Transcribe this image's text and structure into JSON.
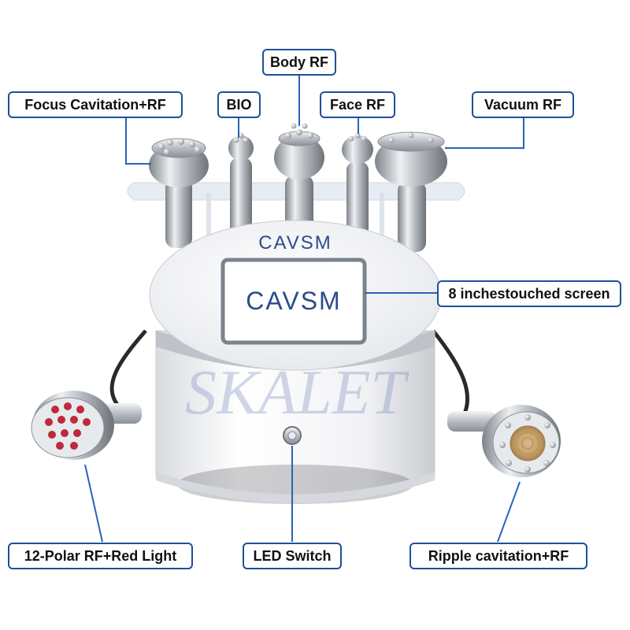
{
  "brand": {
    "logo_text": "CAVSM",
    "screen_logo_text": "CAVSM"
  },
  "watermark": "SKALET",
  "callouts": {
    "focus_cavitation": "Focus Cavitation+RF",
    "bio": "BIO",
    "body_rf": "Body RF",
    "face_rf": "Face RF",
    "vacuum_rf": "Vacuum RF",
    "screen": "8 inchestouched screen",
    "polar_rf": "12-Polar RF+Red Light",
    "led_switch": "LED Switch",
    "ripple_cavitation": "Ripple cavitation+RF"
  },
  "colors": {
    "callout_border": "#1f4f9a",
    "leader_line": "#2a62b8",
    "brand_blue": "#2b4c8c",
    "brand_pink": "#e0337a",
    "device_white": "#f2f3f5",
    "metal": "#a9adb3"
  }
}
